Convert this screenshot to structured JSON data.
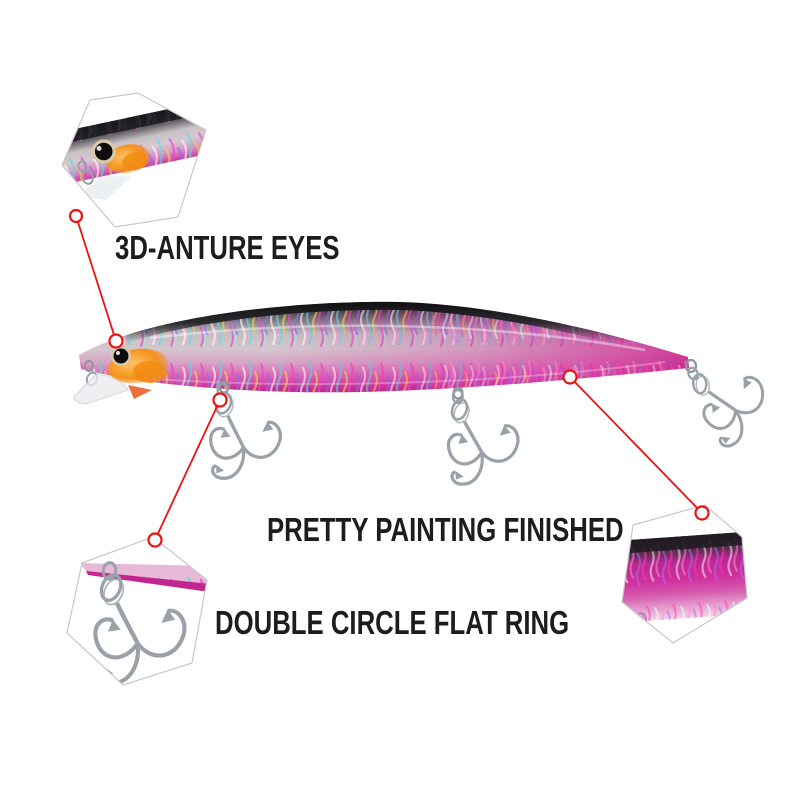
{
  "image": {
    "type": "product-infographic",
    "subject": "holographic pink minnow fishing lure with three treble hooks and feature callouts",
    "background_color": "#ffffff"
  },
  "callouts": [
    {
      "label": "3D-ANTURE EYES",
      "detail_icon": "lure-head-eye-closeup",
      "target": "lure-eye"
    },
    {
      "label": "PRETTY PAINTING FINISHED",
      "detail_icon": "holographic-paint-closeup",
      "target": "lure-rear-body"
    },
    {
      "label": "DOUBLE CIRCLE FLAT RING",
      "detail_icon": "treble-hook-double-ring-closeup",
      "target": "front-belly-hook-ring"
    }
  ],
  "colors": {
    "annotation_red": "#ec1212",
    "hexagon_border": "#c8c8c8",
    "label_text": "#1d1d1f",
    "lure_back_black": "#141416",
    "lure_silver": "#cfc8cc",
    "lure_pink": "#d94fae",
    "lure_magenta": "#c6148c",
    "gill_orange": "#f28c12",
    "hook_silver": "#9aa1a9"
  }
}
